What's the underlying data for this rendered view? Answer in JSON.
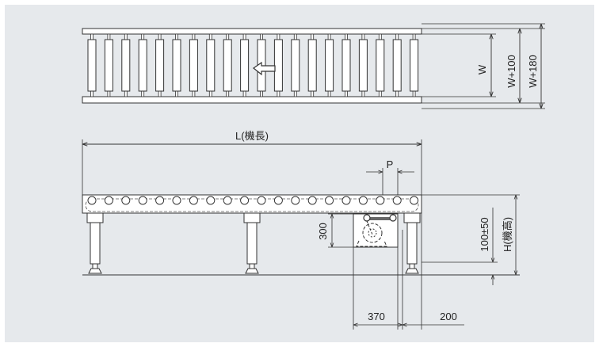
{
  "diagram": {
    "title": "Roller conveyor dimension drawing",
    "colors": {
      "background": "#e6e9ec",
      "line": "#333333",
      "roller": "#ffffff"
    },
    "top_view": {
      "roller_count": 20,
      "direction_arrow": "arrow-left-icon",
      "dimensions": {
        "w": "W",
        "w100": "W+100",
        "w180": "W+180"
      }
    },
    "side_view": {
      "roller_count": 20,
      "dimensions": {
        "length": "L(機長)",
        "pitch": "P",
        "drive_height": "300",
        "drive_width": "370",
        "end_offset": "200",
        "adjust": "100±50",
        "height": "H(機高)"
      }
    }
  }
}
